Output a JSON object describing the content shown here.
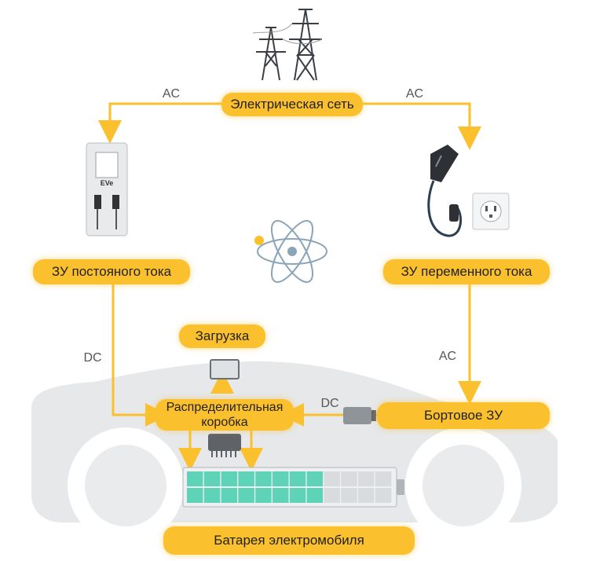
{
  "labels": {
    "grid": "Электрическая сеть",
    "dc_charger": "ЗУ постояного тока",
    "ac_charger": "ЗУ переменного тока",
    "load": "Загрузка",
    "distribution_box": "Распределительная коробка",
    "onboard_charger": "Бортовое ЗУ",
    "battery": "Батарея электромобиля"
  },
  "flows": {
    "grid_to_dc_charger": "AC",
    "grid_to_ac_charger": "AC",
    "dc_charger_to_box": "DC",
    "ac_charger_to_onboard": "AC",
    "onboard_to_box": "DC"
  },
  "dc_charger_brand": "EVe",
  "colors": {
    "accent": "#fbc02d",
    "car_body": "#e6e8ea",
    "battery_cell_charged": "#5fd3b8",
    "battery_cell_empty": "#d9dcdf",
    "atom": "#8aa4b8",
    "tower": "#3a3f44"
  },
  "icons": [
    "power-tower-icon",
    "dc-charging-station-icon",
    "ac-charging-plug-icon",
    "wall-outlet-icon",
    "atom-icon",
    "load-device-icon",
    "onboard-charger-icon",
    "battery-icon",
    "car-silhouette"
  ]
}
